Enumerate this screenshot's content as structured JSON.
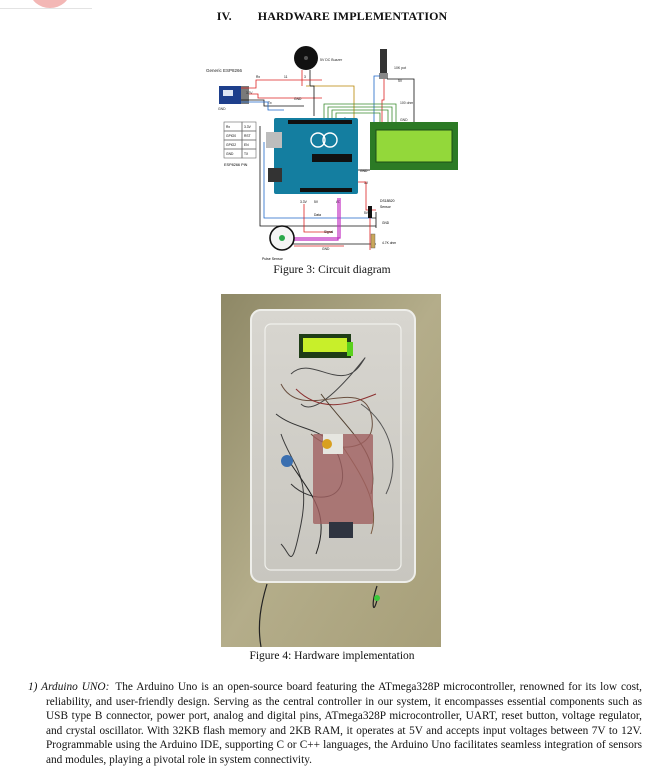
{
  "section": {
    "number": "IV.",
    "title": "HARDWARE IMPLEMENTATION"
  },
  "figure3": {
    "caption": "Figure 3: Circuit diagram",
    "labels": {
      "esp_title": "Generic ESP8266",
      "esp_pin_title": "ESP8266 PIN",
      "buzzer": "5V DC Buzzer",
      "pot": "10K pot",
      "ohm100": "100 ohm",
      "ds": "DS18B20",
      "ds_sensor": "Sensor",
      "pulse": "Pulse Sensor",
      "r47": "4.7K ohm",
      "rx": "Rx",
      "tx": "Tx",
      "gnd": "GND",
      "v5": "5V",
      "v33": "3.3V",
      "a0": "A0",
      "data": "Data",
      "signal": "Signal",
      "n11": "11",
      "n3": "3",
      "n2": "2",
      "n9": "9",
      "pins": [
        [
          "Rx",
          "3.3V"
        ],
        [
          "GPIO0",
          "RST"
        ],
        [
          "GPIO2",
          "EN"
        ],
        [
          "GND",
          "TX"
        ]
      ]
    }
  },
  "figure4": {
    "caption": "Figure 4: Hardware implementation"
  },
  "paragraph": {
    "label": "1)  Arduino UNO:",
    "text": "The Arduino Uno is an open-source board featuring the ATmega328P microcontroller, renowned for its low cost, reliability, and user-friendly design. Serving as the central controller in our system, it encompasses essential components such as USB type B connector, power port, analog and digital pins, ATmega328P microcontroller, UART, reset button, voltage regulator, and crystal oscillator. With 32KB flash memory and 2KB RAM, it operates at 5V and accepts input voltages between 7V to 12V. Programmable using the Arduino IDE, supporting C or C++ languages, the Arduino Uno facilitates seamless integration of sensors and modules, playing a pivotal role in system connectivity."
  }
}
